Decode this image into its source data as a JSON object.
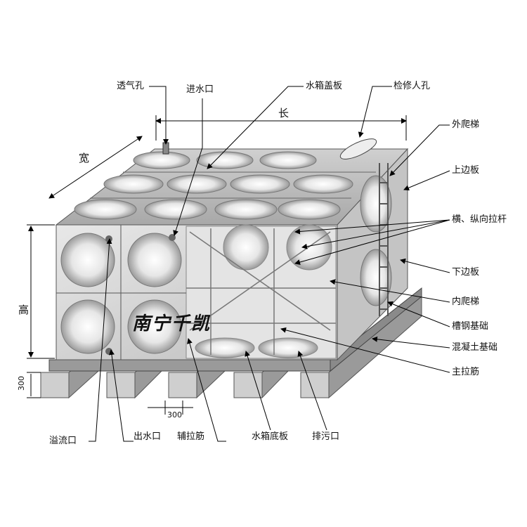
{
  "labels": {
    "vent": "透气孔",
    "inlet": "进水口",
    "cover_plate": "水箱盖板",
    "manhole": "检修人孔",
    "outer_ladder": "外爬梯",
    "top_edge_plate": "上边板",
    "tie_rods": "横、纵向拉杆",
    "bottom_edge_plate": "下边板",
    "inner_ladder": "内爬梯",
    "channel_steel_base": "槽钢基础",
    "concrete_base": "混凝土基础",
    "main_tie_bar": "主拉筋",
    "overflow": "溢流口",
    "outlet": "出水口",
    "aux_tie_bar": "辅拉筋",
    "bottom_plate": "水箱底板",
    "drain": "排污口"
  },
  "dimensions": {
    "length": "长",
    "width": "宽",
    "height": "高",
    "base_height": "300",
    "base_gap": "300"
  },
  "brand": "南宁千凯",
  "colors": {
    "panel": "#d9d9d9",
    "panel_dark": "#8c8c8c",
    "line": "#000000",
    "frame": "#777777"
  }
}
